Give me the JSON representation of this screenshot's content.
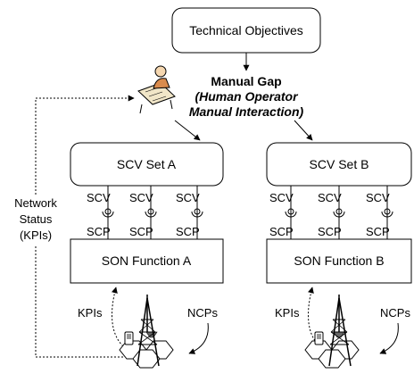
{
  "objectives": {
    "label": "Technical Objectives"
  },
  "manual_gap": {
    "title": "Manual Gap",
    "subtitle_line1": "(Human Operator",
    "subtitle_line2": "Manual Interaction)"
  },
  "network_status": {
    "line1": "Network",
    "line2": "Status",
    "line3": "(KPIs)"
  },
  "columns": [
    {
      "scv_set": "SCV Set A",
      "scv_labels": [
        "SCV",
        "SCV",
        "SCV"
      ],
      "scp_labels": [
        "SCP",
        "SCP",
        "SCP"
      ],
      "son_function": "SON Function A",
      "kpis": "KPIs",
      "ncps": "NCPs"
    },
    {
      "scv_set": "SCV Set B",
      "scv_labels": [
        "SCV",
        "SCV",
        "SCV"
      ],
      "scp_labels": [
        "SCP",
        "SCP",
        "SCP"
      ],
      "son_function": "SON Function B",
      "kpis": "KPIs",
      "ncps": "NCPs"
    }
  ]
}
